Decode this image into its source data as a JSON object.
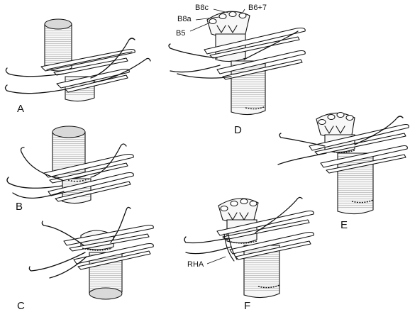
{
  "panels": {
    "a": {
      "letter": "A"
    },
    "b": {
      "letter": "B"
    },
    "c": {
      "letter": "C"
    },
    "d": {
      "letter": "D"
    },
    "e": {
      "letter": "E"
    },
    "f": {
      "letter": "F"
    }
  },
  "annotations": {
    "b8c": "B8c",
    "b6_7": "B6+7",
    "b8a": "B8a",
    "b5": "B5",
    "rha": "RHA"
  }
}
